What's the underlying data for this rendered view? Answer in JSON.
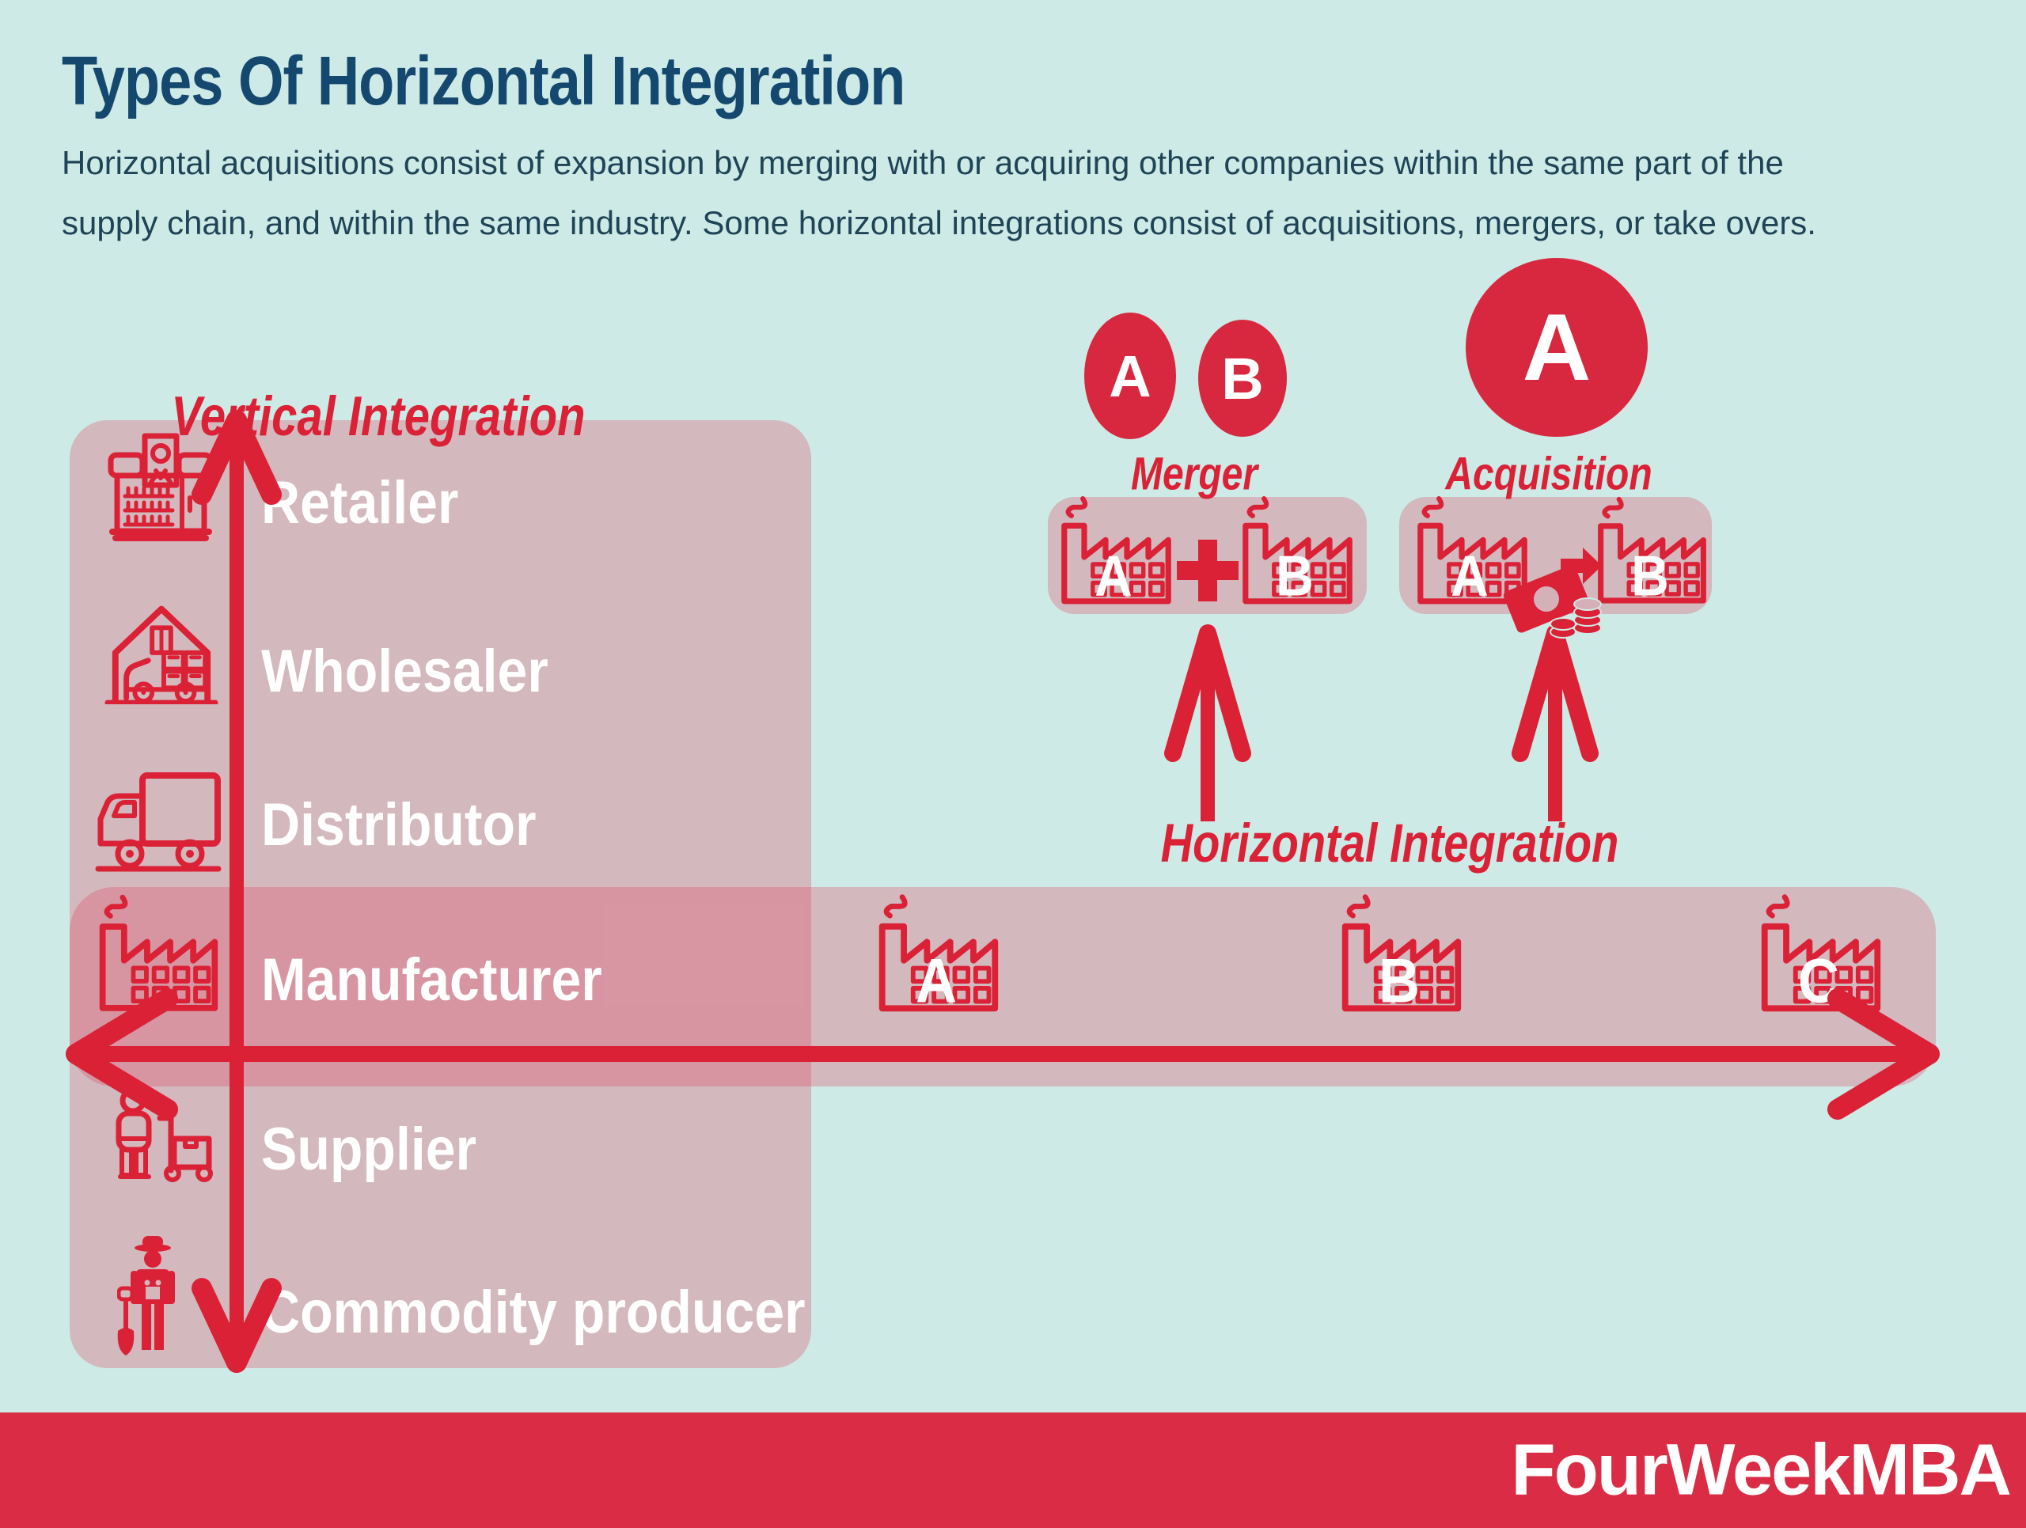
{
  "title": "Types Of Horizontal Integration",
  "subtitle": {
    "line1": "Horizontal acquisitions consist of expansion by merging with or acquiring other companies within the same part of the",
    "line2": "supply chain,  and within the same industry. Some horizontal integrations consist of acquisitions, mergers, or take overs."
  },
  "vertical_integration_label": "Vertical Integration",
  "horizontal_integration_label": "Horizontal Integration",
  "supply_chain": {
    "items": [
      {
        "label": "Retailer",
        "icon": "storefront-icon"
      },
      {
        "label": "Wholesaler",
        "icon": "warehouse-truck-icon"
      },
      {
        "label": "Distributor",
        "icon": "delivery-truck-icon"
      },
      {
        "label": "Manufacturer",
        "icon": "factory-icon"
      },
      {
        "label": "Supplier",
        "icon": "person-handtruck-icon"
      },
      {
        "label": "Commodity producer",
        "icon": "farmer-icon"
      }
    ]
  },
  "merger": {
    "label": "Merger",
    "circle_a": "A",
    "circle_b": "B",
    "factory_a": "A",
    "factory_b": "B",
    "operator": "plus-icon"
  },
  "acquisition": {
    "label": "Acquisition",
    "circle_a": "A",
    "factory_a": "A",
    "factory_b": "B",
    "operator": "money-transfer-icon"
  },
  "horizontal_companies": {
    "a": "A",
    "b": "B",
    "c": "C"
  },
  "footer": {
    "brand": "FourWeekMBA"
  },
  "colors": {
    "background": "#cdeae6",
    "accent_red": "#da2136",
    "circle_red": "#d8283f",
    "footer_red": "#da2c44",
    "title_navy": "#15486f",
    "panel_pink": "rgba(224,70,95,0.30)",
    "white": "#ffffff"
  }
}
